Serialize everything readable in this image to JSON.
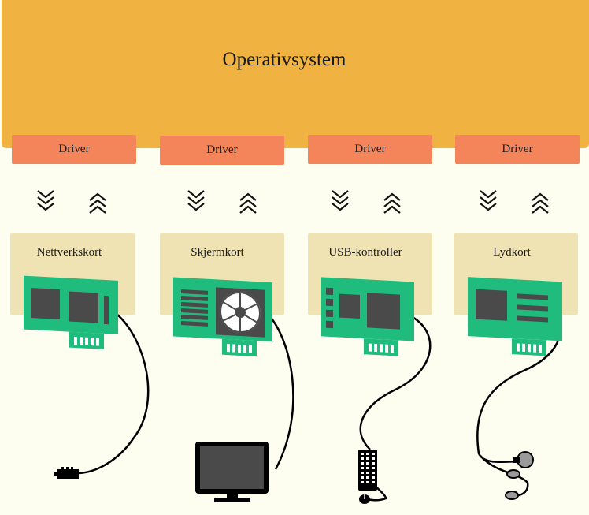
{
  "os": {
    "title": "Operativsystem",
    "color": "#f0b240"
  },
  "colors": {
    "driver": "#f4845a",
    "card_area": "#efe3b4",
    "pcb": "#1fbc7d",
    "chip": "#4a4a4a",
    "background": "#fdfdf0"
  },
  "columns": [
    {
      "driver": "Driver",
      "card": "Nettverkskort",
      "device": "network-cable-connector"
    },
    {
      "driver": "Driver",
      "card": "Skjermkort",
      "device": "monitor"
    },
    {
      "driver": "Driver",
      "card": "USB-kontroller",
      "device": "keyboard-and-mouse"
    },
    {
      "driver": "Driver",
      "card": "Lydkort",
      "device": "headphones"
    }
  ]
}
